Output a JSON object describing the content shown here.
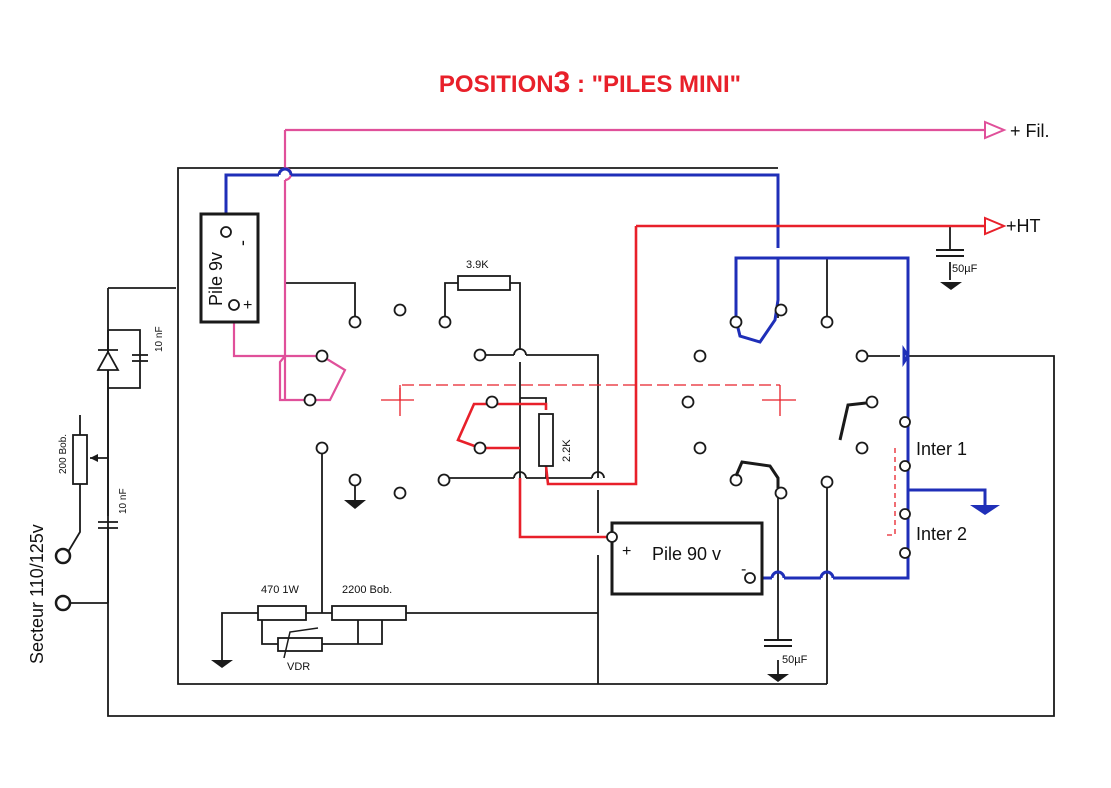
{
  "title": {
    "prefix": "POSITION",
    "number": "3",
    "suffix": " : \"PILES MINI\""
  },
  "labels": {
    "fil": "+ Fil.",
    "ht": "+HT",
    "pile9v": "Pile 9v",
    "pile9v_minus": "-",
    "pile9v_plus": "+",
    "pile90v": "Pile 90 v",
    "pile90v_plus": "+",
    "pile90v_minus": "-",
    "r_3_9k": "3.9K",
    "r_2_2k": "2.2K",
    "c_10nf_top": "10 nF",
    "c_10nf_left": "10 nF",
    "r_200bob": "200 Bob.",
    "r_470": "470 1W",
    "r_2200bob": "2200 Bob.",
    "vdr": "VDR",
    "c_50uf_top": "50µF",
    "c_50uf_bottom": "50µF",
    "inter1": "Inter 1",
    "inter2": "Inter 2",
    "secteur": "Secteur 110/125v"
  },
  "colors": {
    "title": "#e8202a",
    "wire_black": "#1a1a1a",
    "wire_blue": "#1f2fb8",
    "wire_red": "#e8202a",
    "wire_pink": "#e0509a"
  }
}
